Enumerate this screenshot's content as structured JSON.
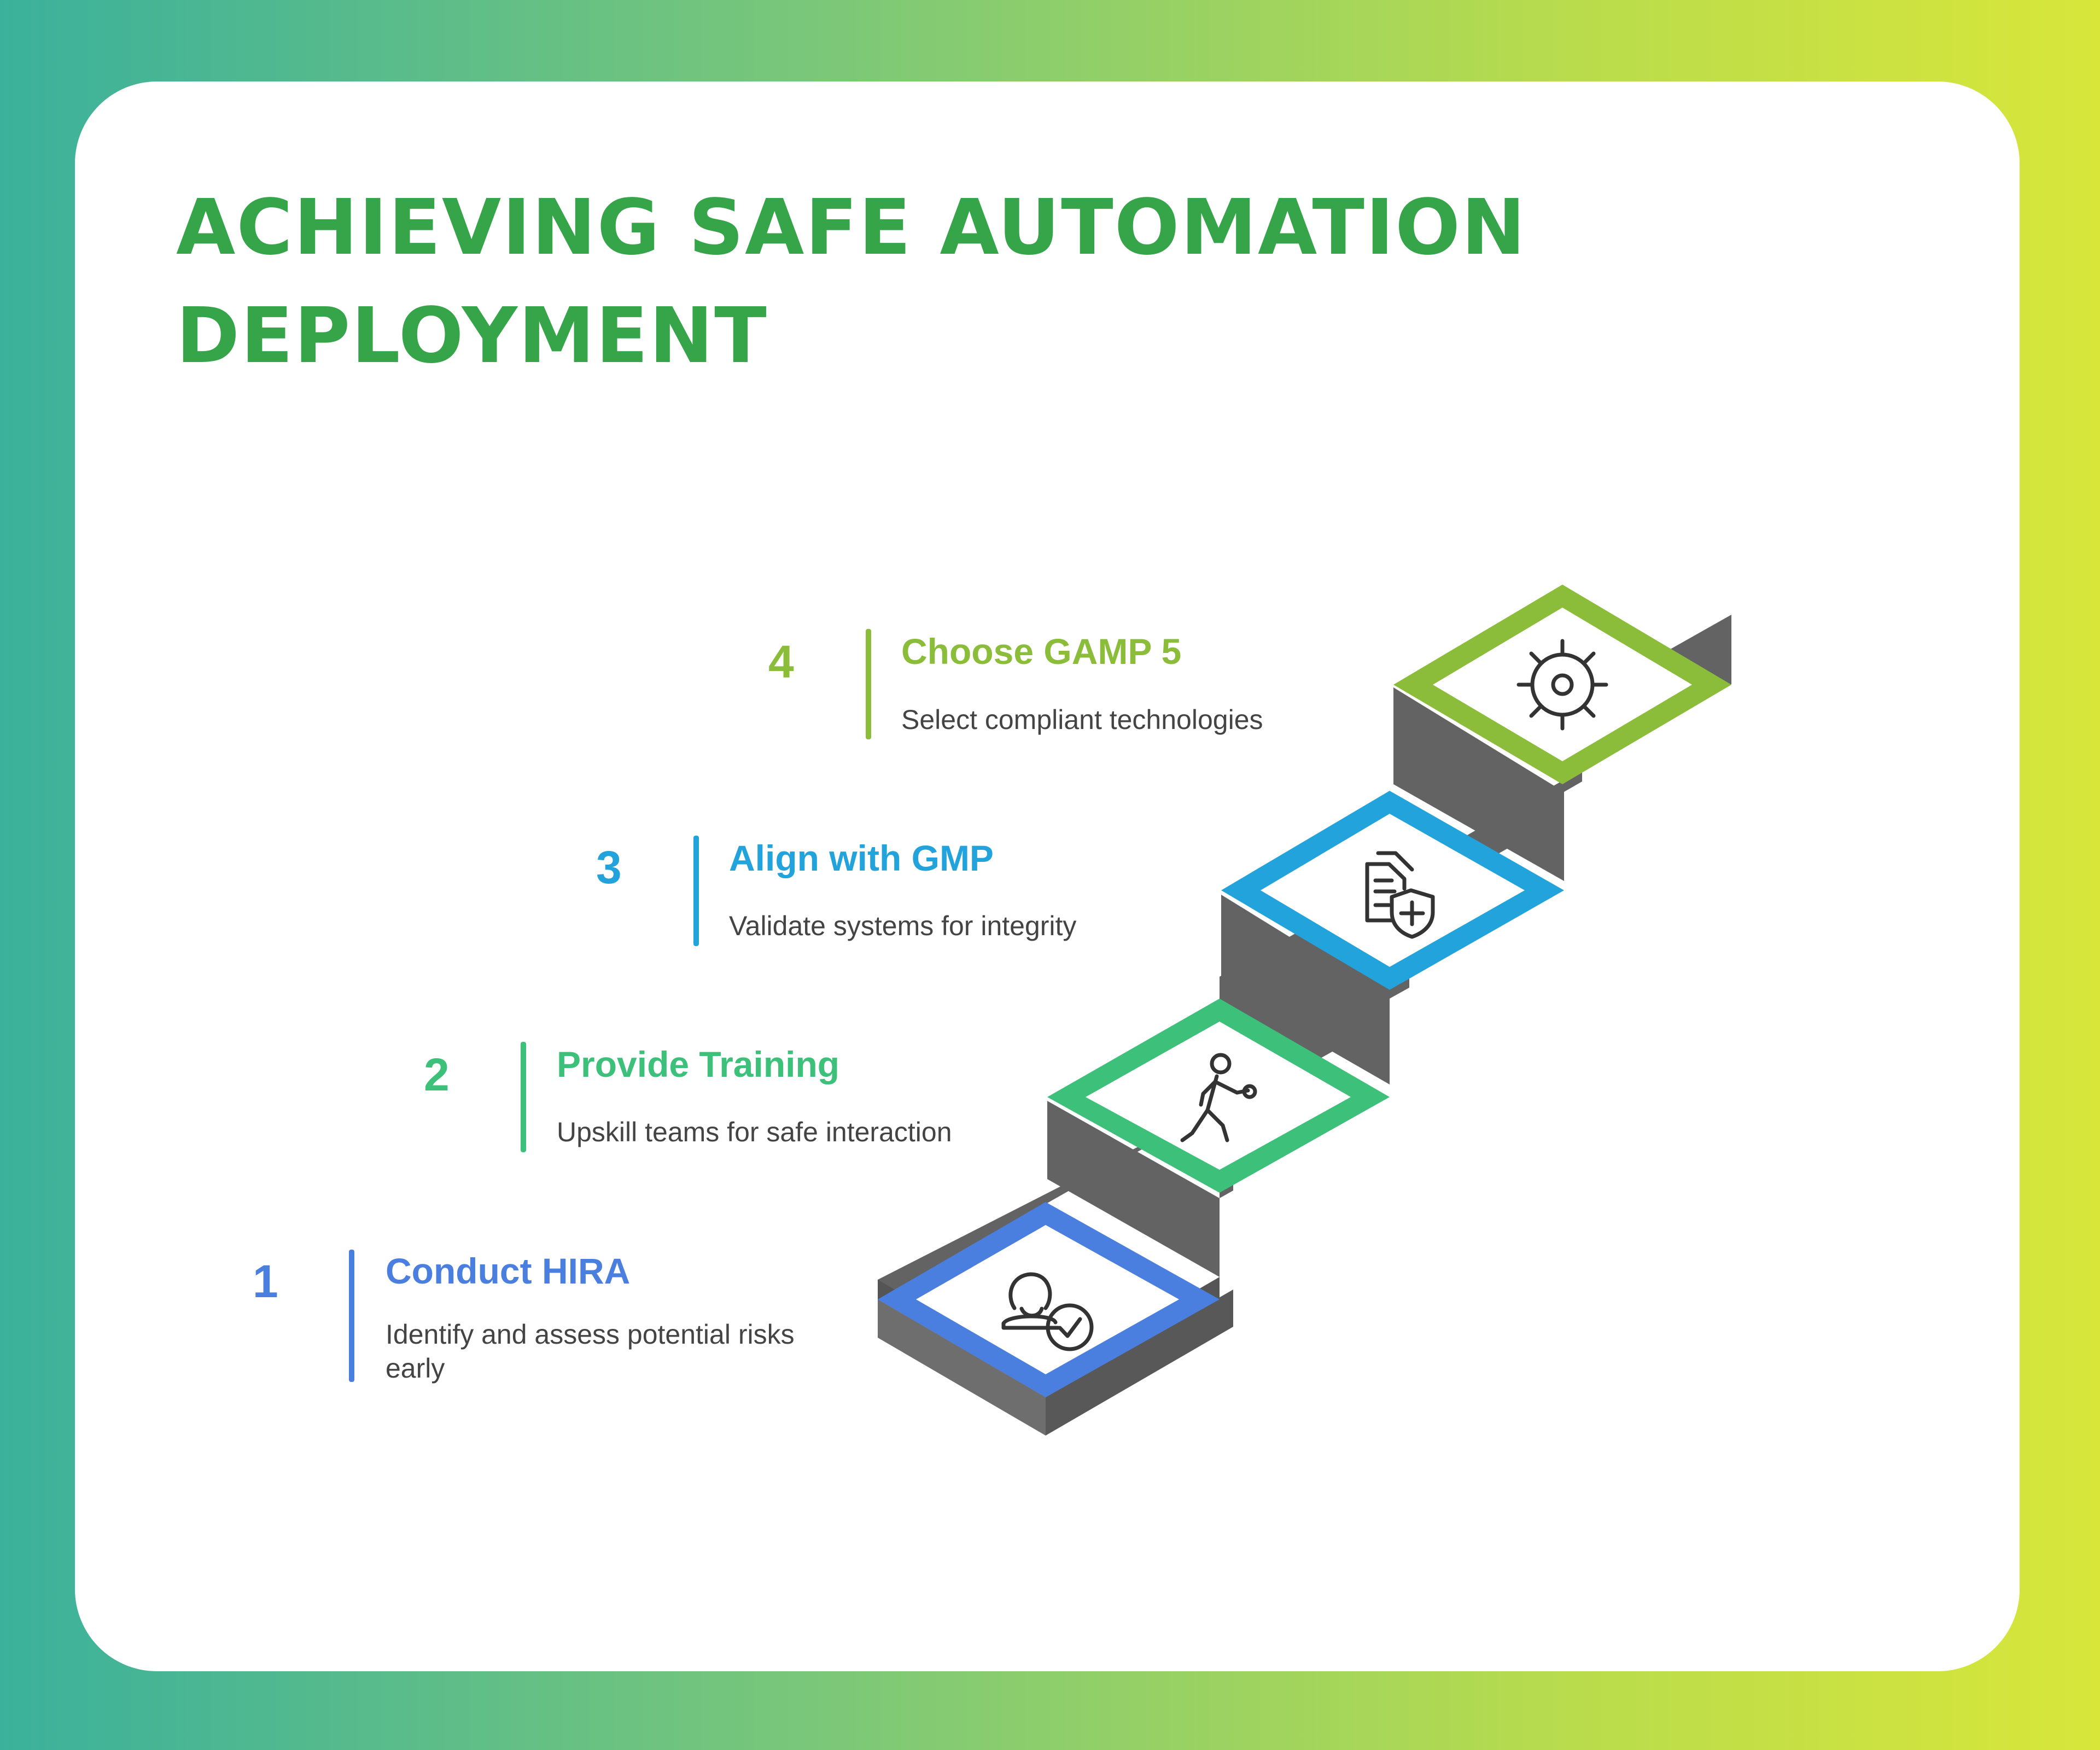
{
  "title": {
    "line1": "ACHIEVING SAFE AUTOMATION",
    "line2": "DEPLOYMENT"
  },
  "colors": {
    "title": "#36a54a",
    "step1": "#4a7fe0",
    "step2": "#3cc07a",
    "step3": "#22a3dc",
    "step4": "#8bbd3a",
    "stair_side": "#636363",
    "stair_front": "#545454"
  },
  "steps": [
    {
      "number": "1",
      "title": "Conduct HIRA",
      "description_lines": [
        "Identify and assess potential risks",
        "early"
      ],
      "icon": "risk-assessment-person-check-icon"
    },
    {
      "number": "2",
      "title": "Provide Training",
      "description_lines": [
        "Upskill teams for safe interaction"
      ],
      "icon": "training-person-exercise-icon"
    },
    {
      "number": "3",
      "title": "Align with GMP",
      "description_lines": [
        "Validate systems for integrity"
      ],
      "icon": "document-shield-icon"
    },
    {
      "number": "4",
      "title": "Choose GAMP 5",
      "description_lines": [
        "Select compliant technologies"
      ],
      "icon": "gear-icon"
    }
  ]
}
